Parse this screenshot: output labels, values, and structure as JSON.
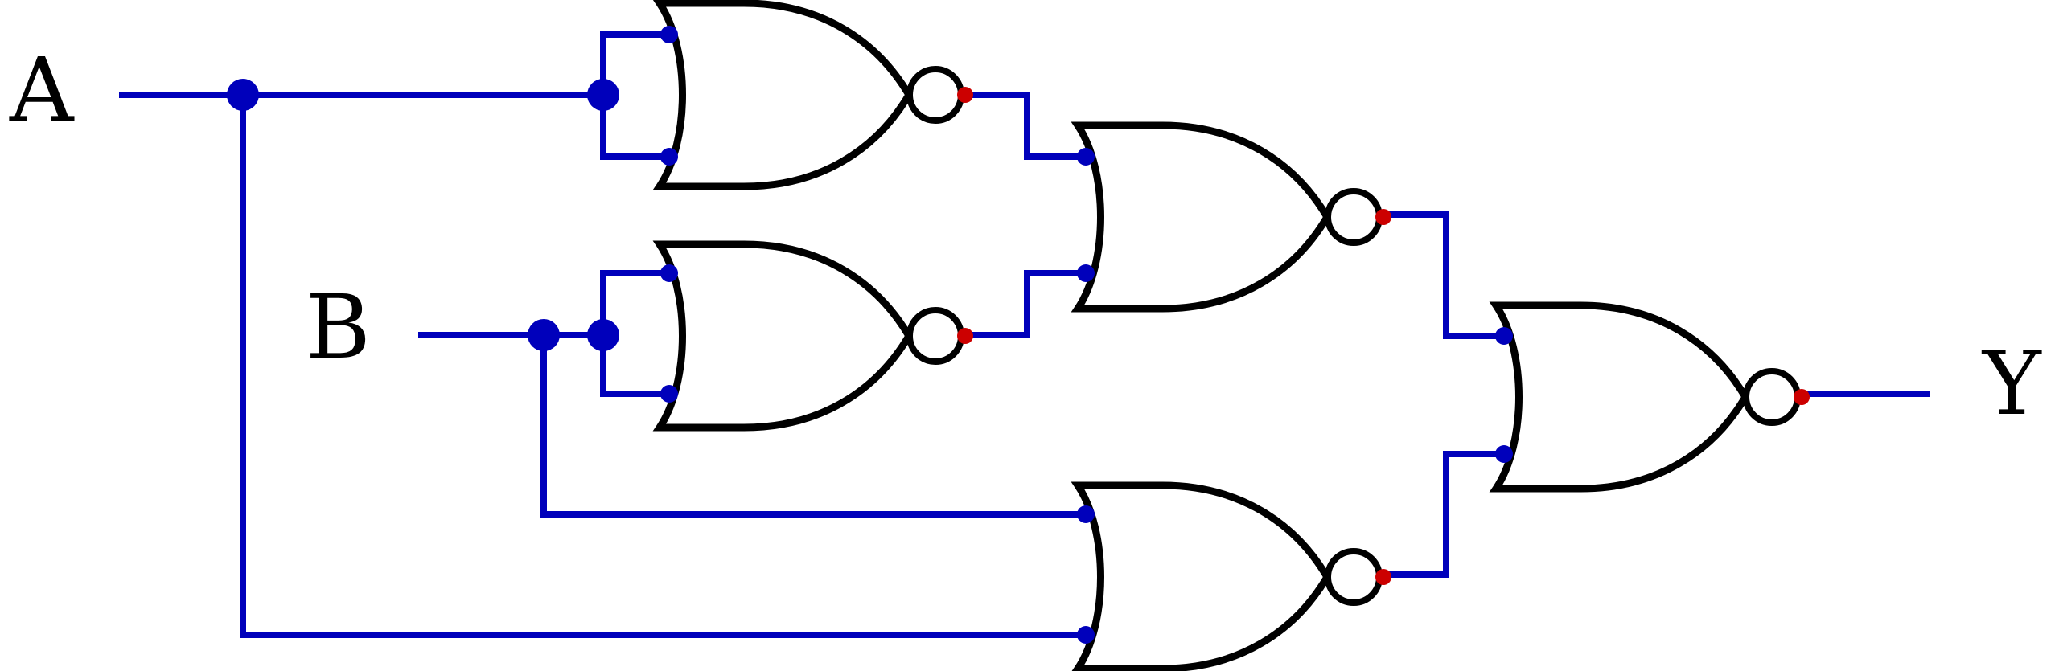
{
  "inputs": {
    "a_label": "A",
    "b_label": "B"
  },
  "outputs": {
    "y_label": "Y"
  },
  "gates": [
    {
      "id": "nor-gate-1",
      "type": "NOR"
    },
    {
      "id": "nor-gate-2",
      "type": "NOR"
    },
    {
      "id": "nor-gate-3",
      "type": "NOR"
    },
    {
      "id": "nor-gate-4",
      "type": "NOR"
    },
    {
      "id": "nor-gate-5",
      "type": "NOR"
    }
  ],
  "colors": {
    "wire": "#0000bb",
    "gate_outline": "#000000",
    "output_pin": "#cc0000",
    "junction": "#0000bb"
  }
}
